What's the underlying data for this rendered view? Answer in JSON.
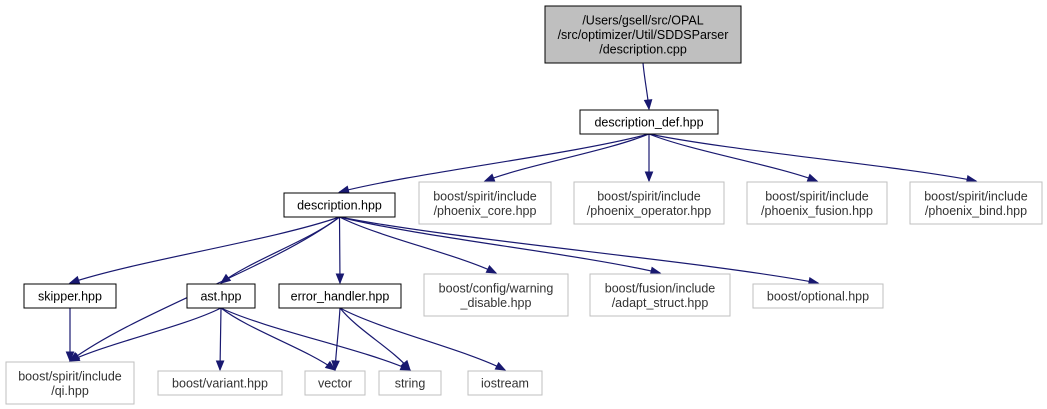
{
  "colors": {
    "edge": "#191970",
    "root_fill": "#bfbfbf",
    "root_border": "#000000",
    "local_border": "#000000",
    "external_border": "#bfbfbf"
  },
  "nodes": [
    {
      "id": "root",
      "kind": "root",
      "lines": [
        "/Users/gsell/src/OPAL",
        "/src/optimizer/Util/SDDSParser",
        "/description.cpp"
      ]
    },
    {
      "id": "description_def",
      "kind": "local",
      "lines": [
        "description_def.hpp"
      ]
    },
    {
      "id": "description",
      "kind": "local",
      "lines": [
        "description.hpp"
      ]
    },
    {
      "id": "phoenix_core",
      "kind": "external",
      "lines": [
        "boost/spirit/include",
        "/phoenix_core.hpp"
      ]
    },
    {
      "id": "phoenix_operator",
      "kind": "external",
      "lines": [
        "boost/spirit/include",
        "/phoenix_operator.hpp"
      ]
    },
    {
      "id": "phoenix_fusion",
      "kind": "external",
      "lines": [
        "boost/spirit/include",
        "/phoenix_fusion.hpp"
      ]
    },
    {
      "id": "phoenix_bind",
      "kind": "external",
      "lines": [
        "boost/spirit/include",
        "/phoenix_bind.hpp"
      ]
    },
    {
      "id": "skipper",
      "kind": "local",
      "lines": [
        "skipper.hpp"
      ]
    },
    {
      "id": "ast",
      "kind": "local",
      "lines": [
        "ast.hpp"
      ]
    },
    {
      "id": "error_handler",
      "kind": "local",
      "lines": [
        "error_handler.hpp"
      ]
    },
    {
      "id": "warning_disable",
      "kind": "external",
      "lines": [
        "boost/config/warning",
        "_disable.hpp"
      ]
    },
    {
      "id": "adapt_struct",
      "kind": "external",
      "lines": [
        "boost/fusion/include",
        "/adapt_struct.hpp"
      ]
    },
    {
      "id": "optional",
      "kind": "external",
      "lines": [
        "boost/optional.hpp"
      ]
    },
    {
      "id": "qi",
      "kind": "external",
      "lines": [
        "boost/spirit/include",
        "/qi.hpp"
      ]
    },
    {
      "id": "variant",
      "kind": "external",
      "lines": [
        "boost/variant.hpp"
      ]
    },
    {
      "id": "vector",
      "kind": "external",
      "lines": [
        "vector"
      ]
    },
    {
      "id": "string",
      "kind": "external",
      "lines": [
        "string"
      ]
    },
    {
      "id": "iostream",
      "kind": "external",
      "lines": [
        "iostream"
      ]
    }
  ],
  "edges": [
    [
      "root",
      "description_def"
    ],
    [
      "description_def",
      "description"
    ],
    [
      "description_def",
      "phoenix_core"
    ],
    [
      "description_def",
      "phoenix_operator"
    ],
    [
      "description_def",
      "phoenix_fusion"
    ],
    [
      "description_def",
      "phoenix_bind"
    ],
    [
      "description",
      "skipper"
    ],
    [
      "description",
      "qi"
    ],
    [
      "description",
      "ast"
    ],
    [
      "description",
      "error_handler"
    ],
    [
      "description",
      "warning_disable"
    ],
    [
      "description",
      "adapt_struct"
    ],
    [
      "description",
      "optional"
    ],
    [
      "skipper",
      "qi"
    ],
    [
      "ast",
      "qi"
    ],
    [
      "ast",
      "variant"
    ],
    [
      "ast",
      "vector"
    ],
    [
      "ast",
      "string"
    ],
    [
      "error_handler",
      "vector"
    ],
    [
      "error_handler",
      "string"
    ],
    [
      "error_handler",
      "iostream"
    ]
  ]
}
